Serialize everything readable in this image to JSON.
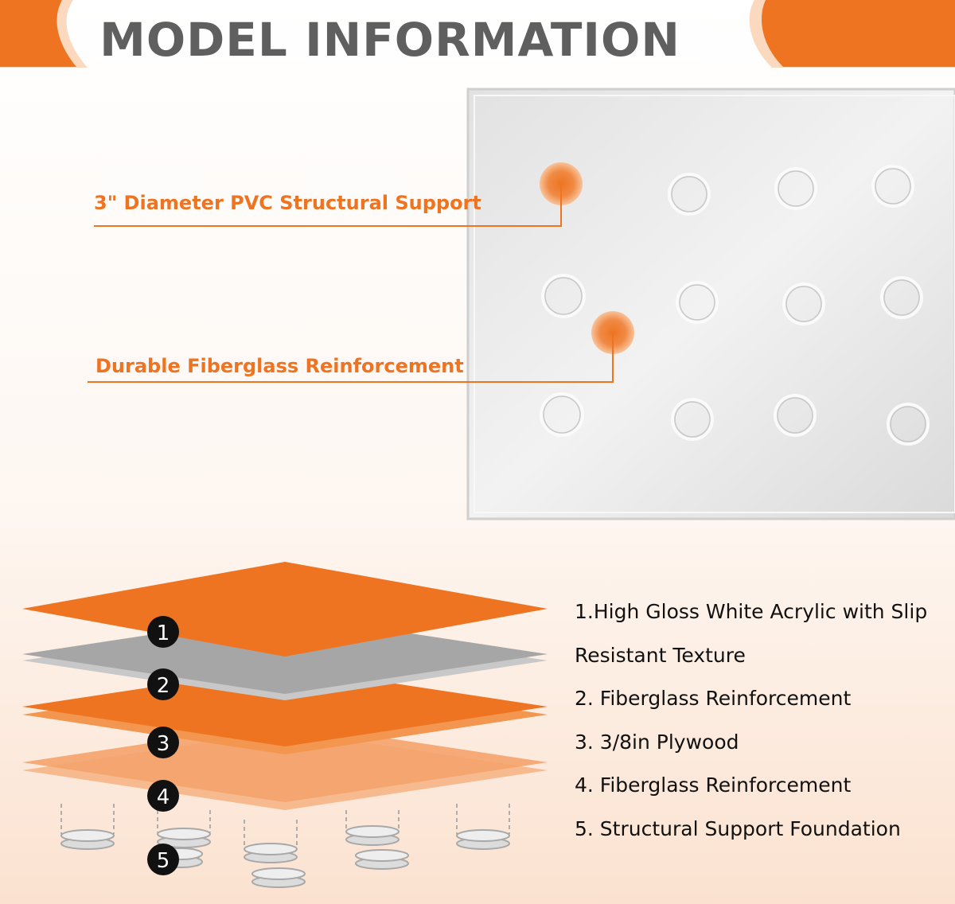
{
  "header": {
    "title": "MODEL INFORMATION"
  },
  "callouts": [
    {
      "label": "3\" Diameter PVC Structural Support"
    },
    {
      "label": "Durable Fiberglass Reinforcement"
    }
  ],
  "layers": {
    "numbers": [
      "1",
      "2",
      "3",
      "4",
      "5"
    ],
    "legend": [
      "1.High Gloss White Acrylic with Slip",
      "Resistant Texture",
      "2. Fiberglass Reinforcement",
      "3. 3/8in Plywood",
      "4. Fiberglass Reinforcement",
      "5. Structural Support Foundation"
    ]
  },
  "colors": {
    "accent": "#ee7422",
    "title": "#5f5f5f",
    "gray_layer": "#a6a6a6",
    "panel": "#ebebeb"
  }
}
